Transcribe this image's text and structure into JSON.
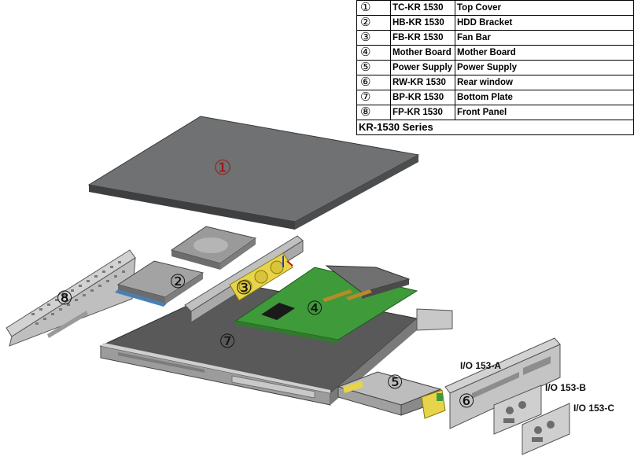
{
  "parts_table": {
    "rows": [
      {
        "num": "①",
        "code": "TC-KR 1530",
        "name": "Top  Cover"
      },
      {
        "num": "②",
        "code": "HB-KR 1530",
        "name": "HDD Bracket"
      },
      {
        "num": "③",
        "code": "FB-KR 1530",
        "name": "Fan Bar"
      },
      {
        "num": "④",
        "code": "Mother Board",
        "name": "Mother Board"
      },
      {
        "num": "⑤",
        "code": "Power Supply",
        "name": "Power Supply"
      },
      {
        "num": "⑥",
        "code": "RW-KR 1530",
        "name": "Rear window"
      },
      {
        "num": "⑦",
        "code": "BP-KR 1530",
        "name": "Bottom Plate"
      },
      {
        "num": "⑧",
        "code": "FP-KR 1530",
        "name": "Front Panel"
      }
    ],
    "series": "KR-1530 Series"
  },
  "markers": {
    "top_cover": "①",
    "hdd_bracket": "②",
    "fan_bar": "③",
    "mother_board": "④",
    "power_supply": "⑤",
    "rear_window": "⑥",
    "bottom_plate": "⑦",
    "front_panel": "⑧"
  },
  "io_labels": {
    "a": "I/O 153-A",
    "b": "I/O 153-B",
    "c": "I/O 153-C"
  },
  "colors": {
    "top_cover": "#6f7172",
    "bottom_plate": "#59595a",
    "board_green": "#3f9a3a",
    "fan_yellow": "#e7d44a",
    "metal_light": "#c8c8c8",
    "marker_red": "#a01818"
  }
}
